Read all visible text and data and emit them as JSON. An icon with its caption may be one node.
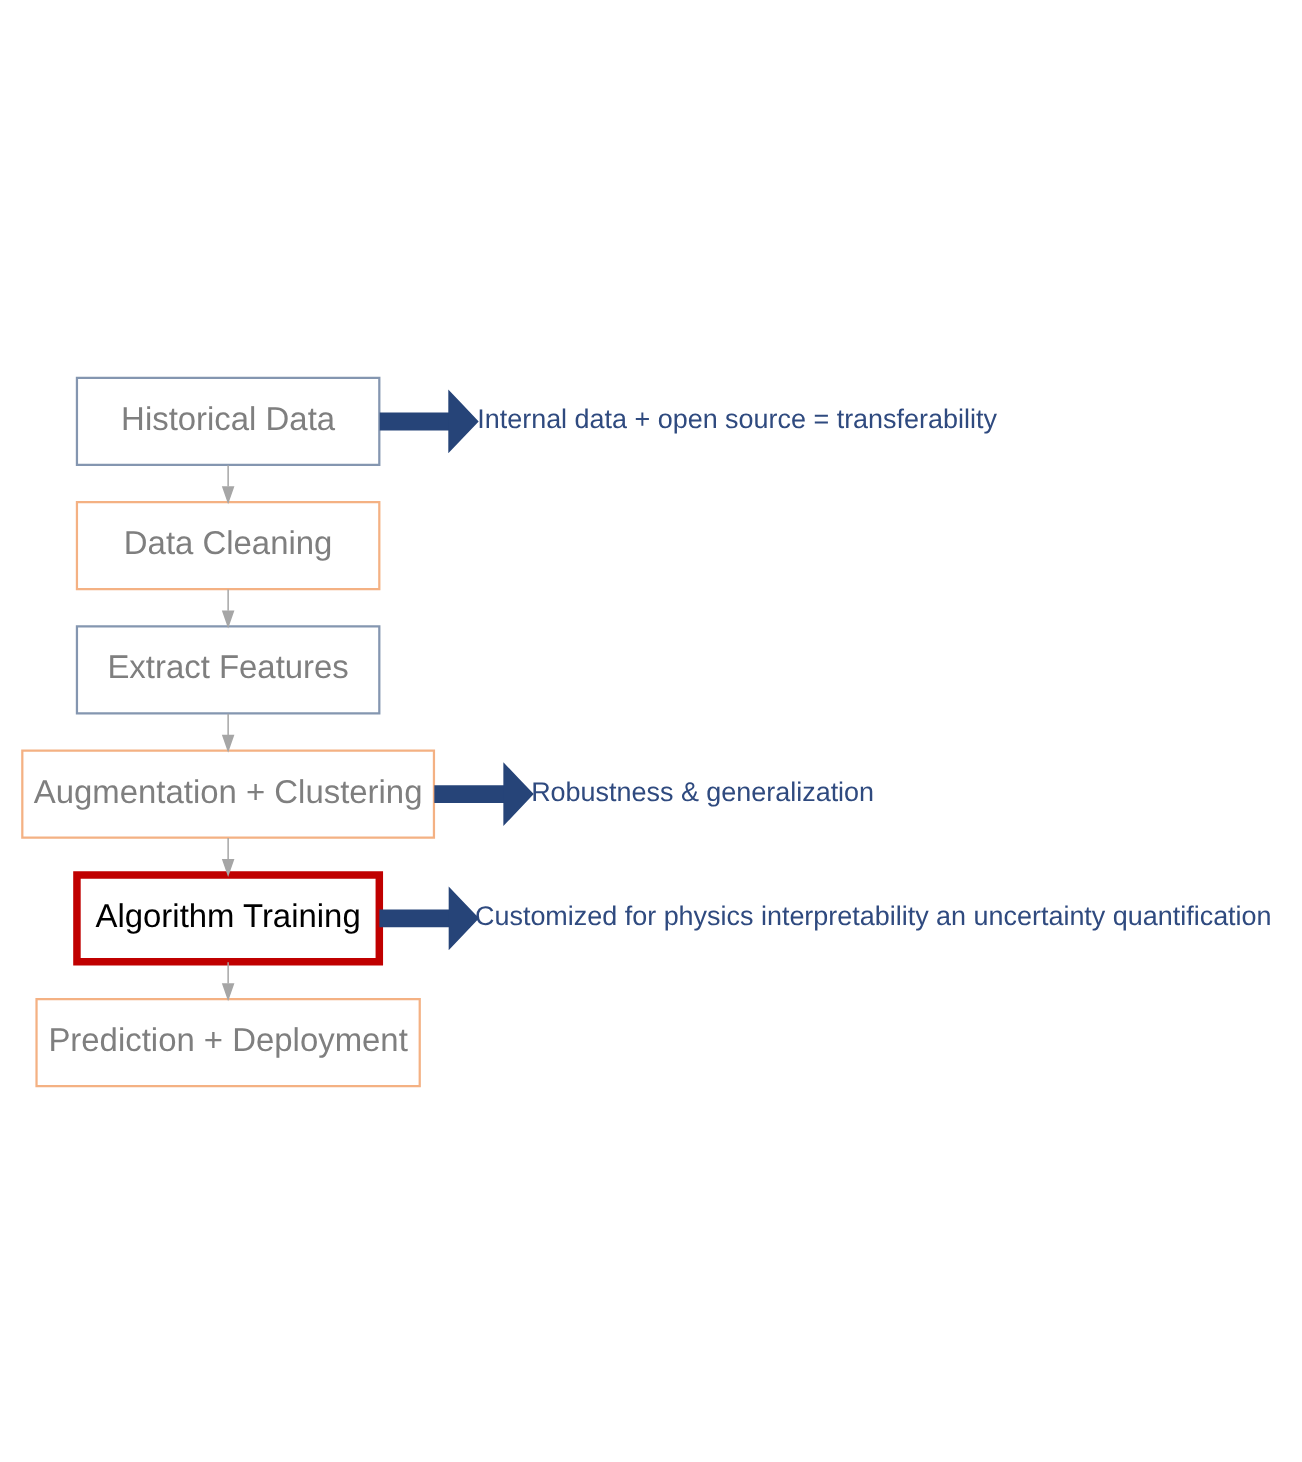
{
  "diagram": {
    "nodes": [
      {
        "text": [
          "Historical Data"
        ]
      },
      {
        "text": [
          "Data Cleaning"
        ]
      },
      {
        "text": [
          "Extract Features"
        ]
      },
      {
        "text": [
          "Augmentation + Clustering"
        ]
      },
      {
        "text": [
          "Algorithm Training"
        ]
      },
      {
        "text": [
          "Prediction + Deployment"
        ]
      },
      {
        "text": [
          "Internal data + open source = transferability"
        ]
      },
      {
        "text": [
          "Robustness & generalization"
        ]
      },
      {
        "text": [
          "Customized for physics interpretability an uncertainty quantification"
        ]
      }
    ],
    "edges": [
      {
        "from": 0,
        "to": 1,
        "arrow": "to"
      },
      {
        "from": 1,
        "to": 2,
        "arrow": "to"
      },
      {
        "from": 2,
        "to": 3,
        "arrow": "to"
      },
      {
        "from": 3,
        "to": 4,
        "arrow": "to"
      },
      {
        "from": 4,
        "to": 5,
        "arrow": "to"
      },
      {
        "from": 0,
        "to": 6,
        "arrow": "to",
        "style": "thick",
        "color": "#264478"
      },
      {
        "from": 3,
        "to": 7,
        "arrow": "to",
        "style": "thick",
        "color": "#264478"
      },
      {
        "from": 4,
        "to": 8,
        "arrow": "to",
        "style": "thick",
        "color": "#264478"
      }
    ]
  }
}
